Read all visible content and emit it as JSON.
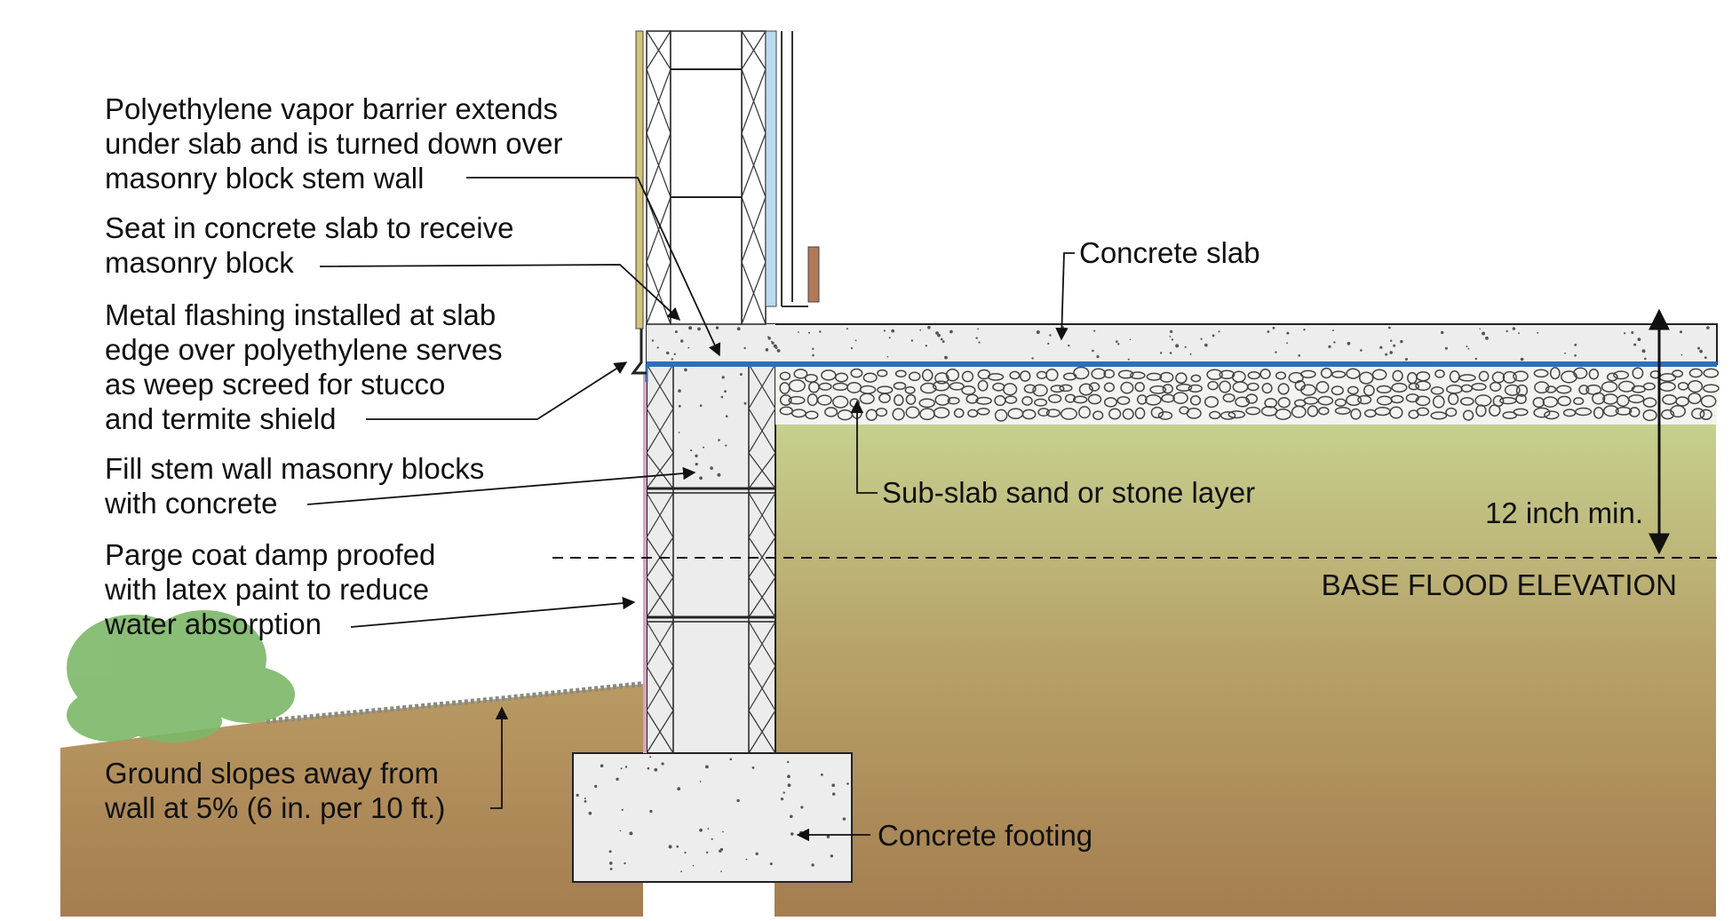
{
  "labels": {
    "vapor_barrier": [
      "Polyethylene vapor barrier extends",
      "under slab and is turned down over",
      "masonry block stem wall"
    ],
    "seat": [
      "Seat in concrete slab to receive",
      "masonry block"
    ],
    "flashing": [
      "Metal flashing installed at slab",
      "edge over polyethylene serves",
      "as weep screed for stucco",
      "and termite shield"
    ],
    "fill": [
      "Fill stem wall masonry blocks",
      "with concrete"
    ],
    "parge": [
      "Parge coat damp proofed",
      "with latex paint to reduce",
      "water absorption"
    ],
    "ground": [
      "Ground slopes away from",
      "wall at 5% (6 in. per 10 ft.)"
    ],
    "slab": "Concrete slab",
    "subslab": "Sub-slab sand or stone layer",
    "min": "12 inch min.",
    "bfe": "BASE FLOOD ELEVATION",
    "footing": "Concrete footing"
  },
  "colors": {
    "vapor_barrier": "#2d6fbe",
    "soil_top": "#c6d08f",
    "soil_bottom": "#a57c4f",
    "concrete": "#ededed",
    "vegetation": "#7cb868",
    "stucco_edge": "#d9a3c2"
  }
}
